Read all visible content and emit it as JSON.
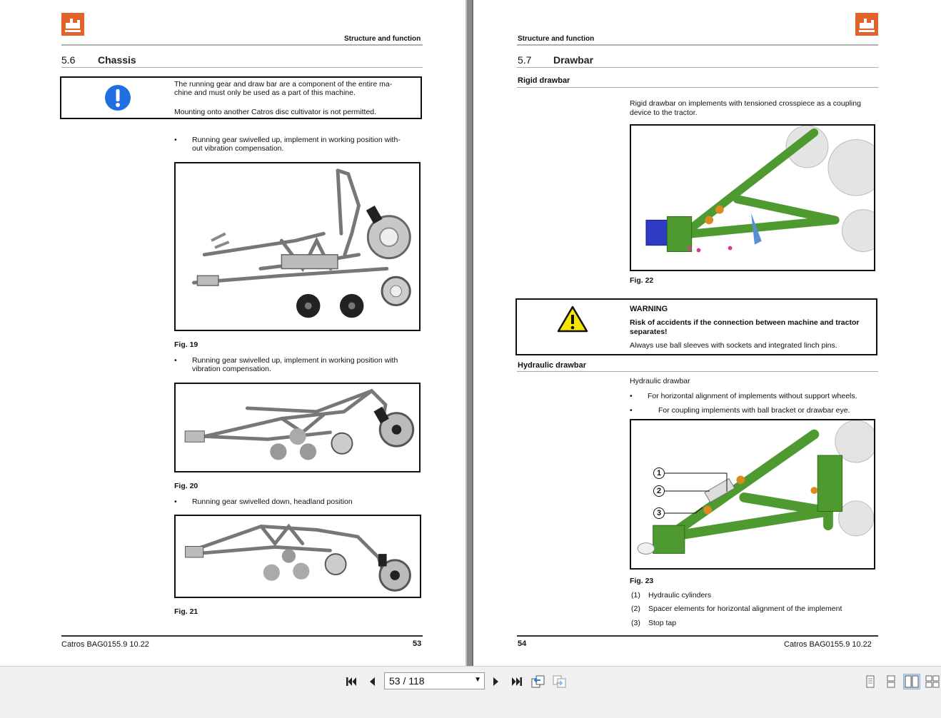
{
  "left_page": {
    "running_head": "Structure and function",
    "section_number": "5.6",
    "section_title": "Chassis",
    "note": {
      "icon": "info-exclamation-icon",
      "line1": "The running gear and draw bar are a component of the entire ma-",
      "line2": "chine and must only be used as a part of this machine.",
      "line3": "Mounting onto another Catros disc cultivator is not permitted."
    },
    "bullet1_line1": "Running gear swivelled up, implement in working position with-",
    "bullet1_line2": "out vibration compensation.",
    "fig19_caption": "Fig. 19",
    "bullet2_line1": "Running gear swivelled up, implement in working position with",
    "bullet2_line2": "vibration compensation.",
    "fig20_caption": "Fig. 20",
    "bullet3": "Running gear swivelled down, headland position",
    "fig21_caption": "Fig. 21",
    "footer_title": "Catros  BAG0155.9  10.22",
    "page_number": "53"
  },
  "right_page": {
    "running_head": "Structure and function",
    "section_number": "5.7",
    "section_title": "Drawbar",
    "subsection1": "Rigid drawbar",
    "rigid_text_line1": "Rigid drawbar on implements with tensioned crosspiece as a coupling",
    "rigid_text_line2": "device to the tractor.",
    "fig22_caption": "Fig. 22",
    "warning": {
      "icon": "warning-triangle-icon",
      "title": "WARNING",
      "line1": "Risk of accidents if the connection between machine and tractor",
      "line2": "separates!",
      "line3": "Always use ball sleeves with sockets and integrated linch pins."
    },
    "subsection2": "Hydraulic drawbar",
    "hydraulic_intro": "Hydraulic drawbar",
    "hyd_bullet1": "For horizontal alignment of implements without support wheels.",
    "hyd_bullet2": "For coupling implements with ball bracket or drawbar eye.",
    "fig23_callouts": [
      "1",
      "2",
      "3"
    ],
    "fig23_caption": "Fig. 23",
    "legend": [
      {
        "num": "(1)",
        "text": "Hydraulic cylinders"
      },
      {
        "num": "(2)",
        "text": "Spacer elements for horizontal alignment of the implement"
      },
      {
        "num": "(3)",
        "text": "Stop tap"
      }
    ],
    "page_number": "54",
    "footer_title": "Catros  BAG0155.9  10.22"
  },
  "toolbar": {
    "page_indicator": "53 / 118",
    "icons": [
      "first-page-icon",
      "previous-page-icon",
      "next-page-icon",
      "last-page-icon",
      "go-back-icon",
      "go-forward-icon",
      "single-page-view-icon",
      "continuous-view-icon",
      "two-page-view-icon",
      "two-page-continuous-view-icon"
    ]
  },
  "colors": {
    "brand_orange": "#e2632a",
    "info_blue": "#1f6fe0",
    "warning_yellow": "#f5e400",
    "drawbar_green": "#4f9a30"
  }
}
